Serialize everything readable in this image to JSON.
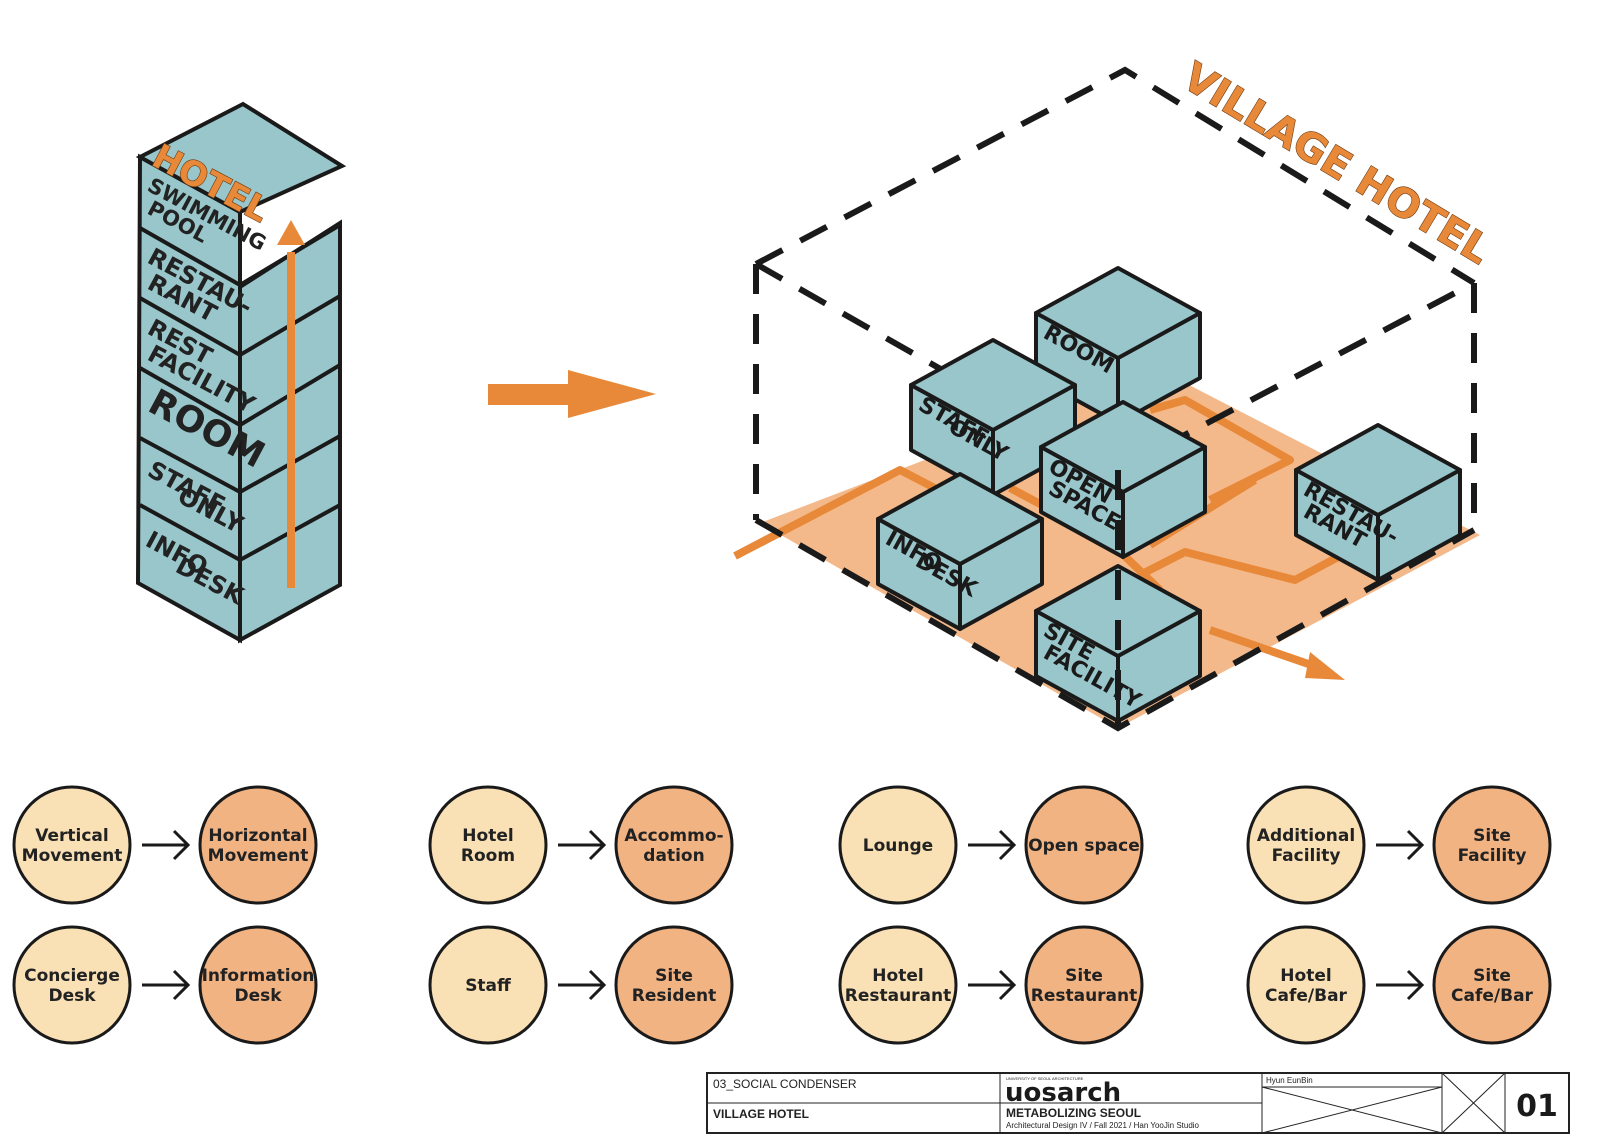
{
  "tower": {
    "title": "HOTEL",
    "floors": [
      {
        "lines": [
          "SWIMMING",
          "POOL"
        ]
      },
      {
        "lines": [
          "RESTAU-",
          "RANT"
        ]
      },
      {
        "lines": [
          "REST",
          "FACILITY"
        ]
      },
      {
        "lines": [
          "ROOM"
        ]
      },
      {
        "lines": [
          "STAFF",
          "ONLY"
        ]
      },
      {
        "lines": [
          "INFO",
          "DESK"
        ]
      }
    ]
  },
  "village": {
    "title": "VILLAGE HOTEL",
    "boxes": [
      {
        "id": "room",
        "lines": [
          "ROOM"
        ]
      },
      {
        "id": "staff",
        "lines": [
          "STAFF",
          "ONLY"
        ]
      },
      {
        "id": "open",
        "lines": [
          "OPEN",
          "SPACE"
        ]
      },
      {
        "id": "restaurant",
        "lines": [
          "RESTAU-",
          "RANT"
        ]
      },
      {
        "id": "info",
        "lines": [
          "INFO",
          "DESK"
        ]
      },
      {
        "id": "site",
        "lines": [
          "SITE",
          "FACILITY"
        ]
      }
    ]
  },
  "mappings": [
    {
      "from": [
        "Vertical",
        "Movement"
      ],
      "to": [
        "Horizontal",
        "Movement"
      ]
    },
    {
      "from": [
        "Hotel",
        "Room"
      ],
      "to": [
        "Accommo-",
        "dation"
      ]
    },
    {
      "from": [
        "Lounge"
      ],
      "to": [
        "Open space"
      ]
    },
    {
      "from": [
        "Additional",
        "Facility"
      ],
      "to": [
        "Site",
        "Facility"
      ]
    },
    {
      "from": [
        "Concierge",
        "Desk"
      ],
      "to": [
        "Information",
        "Desk"
      ]
    },
    {
      "from": [
        "Staff"
      ],
      "to": [
        "Site",
        "Resident"
      ]
    },
    {
      "from": [
        "Hotel",
        "Restaurant"
      ],
      "to": [
        "Site",
        "Restaurant"
      ]
    },
    {
      "from": [
        "Hotel",
        "Cafe/Bar"
      ],
      "to": [
        "Site",
        "Cafe/Bar"
      ]
    }
  ],
  "title_block": {
    "section": "03_SOCIAL CONDENSER",
    "project": "VILLAGE HOTEL",
    "logo_small": "UNIVERSITY OF SEOUL ARCHITECTURE",
    "logo": "uosarch",
    "course_title": "METABOLIZING SEOUL",
    "course_info": "Architectural Design IV / Fall 2021 / Han YooJin Studio",
    "author": "Hyun EunBin",
    "sheet": "01"
  },
  "colors": {
    "box": "#98c6ca",
    "orange": "#e8893a",
    "floor": "#f4b98a",
    "circle_light": "#f9e0b5",
    "circle_dark": "#f2b383"
  }
}
